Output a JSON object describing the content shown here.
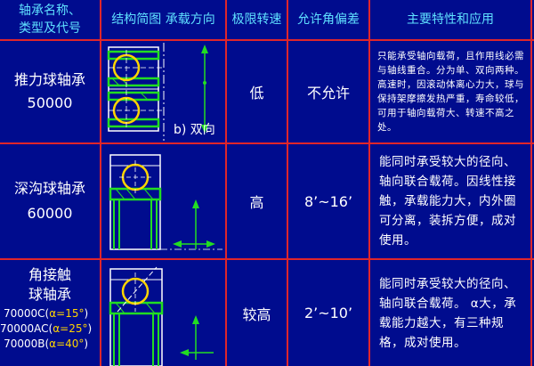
{
  "header": {
    "col1_line1": "轴承名称、",
    "col1_line2": "类型及代号",
    "col2": "结构简图 承载方向",
    "col3": "极限转速",
    "col4": "允许角偏差",
    "col5": "主要特性和应用"
  },
  "rows": [
    {
      "name": "推力球轴承",
      "code": "50000",
      "figure_label": "b) 双向",
      "speed": "低",
      "angle": "不允许",
      "description": "只能承受轴向载荷，且作用线必需与轴线重合。分为单、双向两种。高速时，因滚动体离心力大，球与保持架摩擦发热严重，寿命较低，可用于轴向载荷大、转速不高之处。"
    },
    {
      "name": "深沟球轴承",
      "code": "60000",
      "speed": "高",
      "angle": "8’~16’",
      "description": "能同时承受较大的径向、轴向联合载荷。因线性接触，承载能力大，内外圈可分离，装拆方便，成对使用。"
    },
    {
      "name_line1": "角接触",
      "name_line2": "球轴承",
      "variants": [
        {
          "code": "70000C(",
          "alpha": "α=15°",
          "close": ")"
        },
        {
          "code": "70000AC(",
          "alpha": "α=25°",
          "close": ")"
        },
        {
          "code": "70000B(",
          "alpha": "α=40°",
          "close": ")"
        }
      ],
      "speed": "较高",
      "angle": "2’~10’",
      "description": "能同时承受较大的径向、轴向联合载荷。 α大，承载能力越大，有三种规格，成对使用。"
    }
  ],
  "colors": {
    "background": "#000c8e",
    "grid": "#e0262b",
    "header_text": "#5fe0ff",
    "ball": "#ffd400",
    "ring": "#22dd22",
    "variant_alpha": "#ffd400"
  }
}
